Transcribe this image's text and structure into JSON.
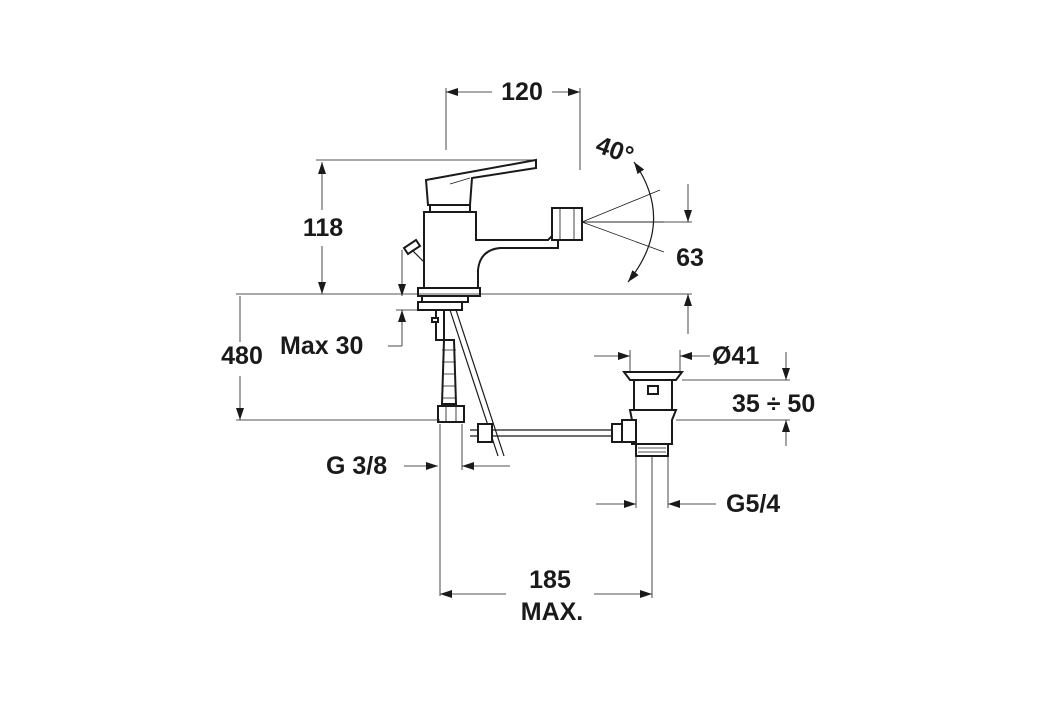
{
  "drawing": {
    "dimensions": {
      "spout_reach": "120",
      "swivel_angle": "40°",
      "height": "118",
      "outlet_height": "63",
      "max_thickness": "Max 30",
      "hose_length": "480",
      "waste_diameter": "Ø41",
      "waste_range": "35 ÷ 50",
      "inlet_thread": "G 3/8",
      "waste_thread": "G5/4",
      "pullrod_length": "185",
      "pullrod_max": "MAX."
    }
  }
}
